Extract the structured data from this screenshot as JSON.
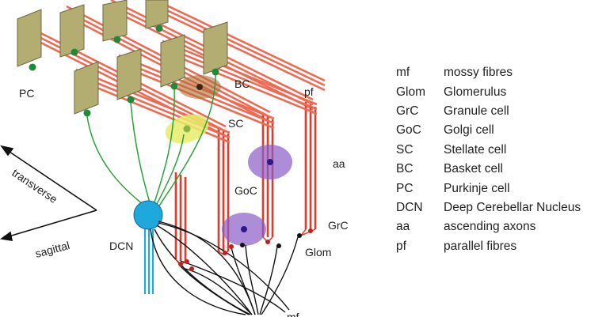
{
  "labels": {
    "pc": "PC",
    "bc": "BC",
    "pf": "pf",
    "sc": "SC",
    "aa": "aa",
    "goc": "GoC",
    "grc": "GrC",
    "glom": "Glom",
    "dcn": "DCN",
    "transverse": "transverse",
    "sagittal": "sagittal",
    "mf": "mf"
  },
  "legend": [
    {
      "abbr": "mf",
      "desc": "mossy fibres"
    },
    {
      "abbr": "Glom",
      "desc": "Glomerulus"
    },
    {
      "abbr": "GrC",
      "desc": "Granule cell"
    },
    {
      "abbr": "GoC",
      "desc": "Golgi cell"
    },
    {
      "abbr": "SC",
      "desc": "Stellate cell"
    },
    {
      "abbr": "BC",
      "desc": "Basket cell"
    },
    {
      "abbr": "PC",
      "desc": "Purkinje cell"
    },
    {
      "abbr": "DCN",
      "desc": "Deep Cerebellar Nucleus"
    },
    {
      "abbr": "aa",
      "desc": "ascending axons"
    },
    {
      "abbr": "pf",
      "desc": "parallel fibres"
    }
  ],
  "colors": {
    "pc_body": "#b3ad72",
    "pc_dot": "#1f8a3a",
    "fibre": "#e23b2a",
    "pf_bar": "#ee6a52",
    "dcn": "#1ea8dc",
    "goc": "#8a5cc8",
    "sc": "#e8ec6a",
    "bc": "#b0703a",
    "line_dark": "#111111",
    "line_green": "#2aa13a"
  }
}
